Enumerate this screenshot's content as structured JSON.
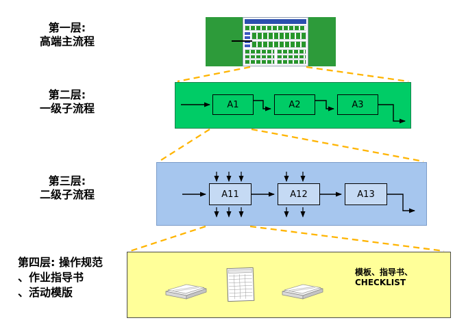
{
  "layer1": {
    "label_lines": [
      "第一层:",
      "高端主流程"
    ]
  },
  "layer2": {
    "label_lines": [
      "第二层:",
      "一级子流程"
    ],
    "boxes": [
      "A1",
      "A2",
      "A3"
    ]
  },
  "layer3": {
    "label_lines": [
      "第三层:",
      "二级子流程"
    ],
    "boxes": [
      "A11",
      "A12",
      "A13"
    ]
  },
  "layer4": {
    "label_lines": [
      "第四层: 操作规范",
      "、作业指导书",
      "、活动模版"
    ],
    "note_lines": [
      "模板、指导书、",
      "CHECKLIST"
    ]
  },
  "colors": {
    "layer2_bg": "#00CC66",
    "layer3_bg": "#A6C6EE",
    "layer4_bg": "#FFFF99",
    "dashed_line": "#FFB400",
    "mini_green": "#2D9B3A",
    "mini_blue": "#2B4FAE",
    "arrow": "#000000"
  }
}
